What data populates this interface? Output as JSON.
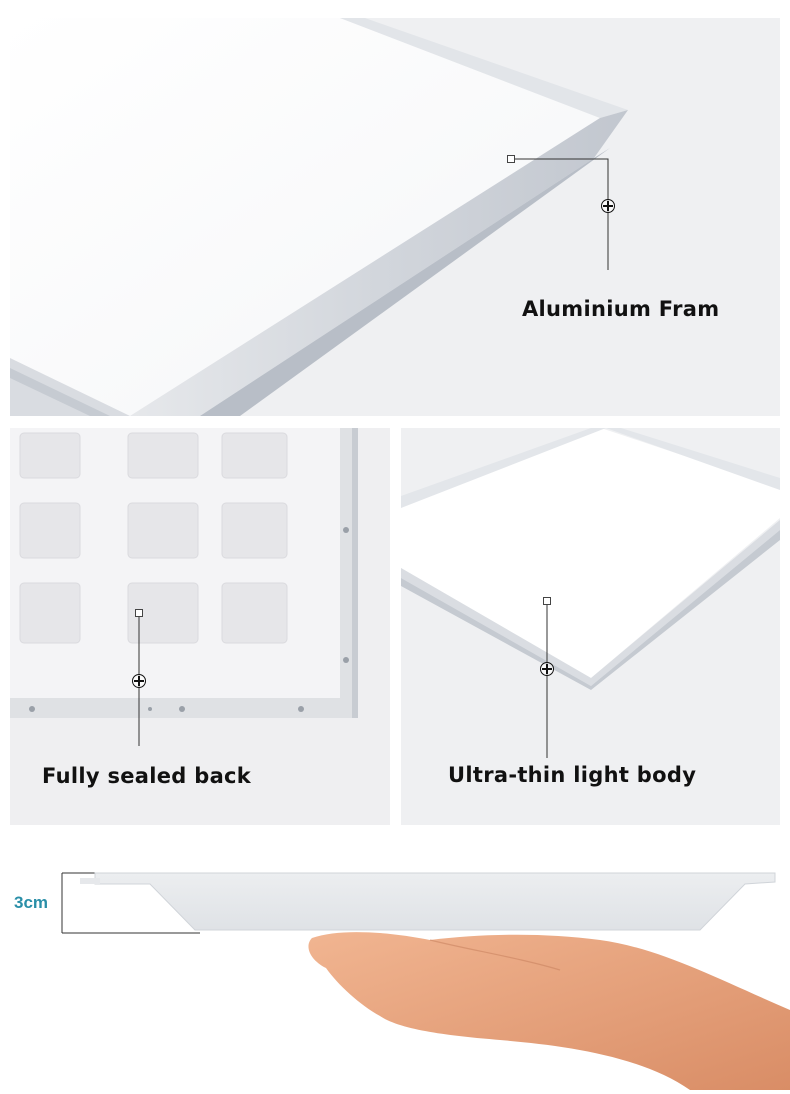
{
  "callouts": {
    "frame": "Aluminium Fram",
    "back": "Fully sealed back",
    "body": "Ultra-thin light body"
  },
  "dimension": {
    "thickness_label": "3cm"
  },
  "colors": {
    "panel_bg": "#f2f2f4",
    "frame_silver": "#cfd3d8",
    "dimension_text": "#2a8fa8",
    "skin": "#e9a27c"
  }
}
